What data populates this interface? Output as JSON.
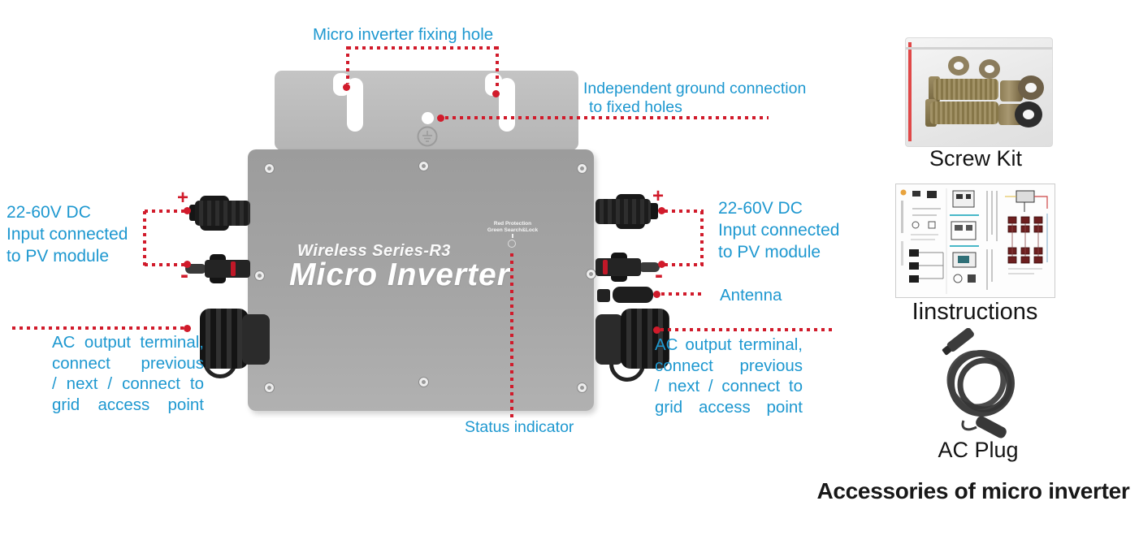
{
  "device": {
    "series": "Wireless Series-R3",
    "name": "Micro Inverter",
    "led_caption": [
      "Red Protection",
      "Green Search&Lock"
    ]
  },
  "callouts": {
    "fixing_hole": "Micro inverter fixing hole",
    "ground": [
      "Independent ground connection",
      "to fixed holes"
    ],
    "dc_left": [
      "22-60V DC",
      "Input connected",
      "to PV module"
    ],
    "dc_right": [
      "22-60V DC",
      "Input connected",
      "to PV module"
    ],
    "plus": "+",
    "minus": "-",
    "antenna": "Antenna",
    "ac_left": [
      "AC output terminal,",
      "connect previous",
      "/ next / connect to",
      "grid access point"
    ],
    "ac_right": [
      "AC output terminal,",
      "connect previous",
      "/ next / connect to",
      "grid access point"
    ],
    "status": "Status indicator"
  },
  "accessories": {
    "screw_kit_label": "Screw Kit",
    "instructions_label": "Iinstructions",
    "ac_plug_label": "AC Plug",
    "title": "Accessories of micro inverter"
  },
  "colors": {
    "callout_text": "#1e98d0",
    "leader_line": "#d11b2b",
    "mount_plate": "#bfbfbf",
    "device_body": "#a2a2a2",
    "accessory_label": "#141414"
  }
}
